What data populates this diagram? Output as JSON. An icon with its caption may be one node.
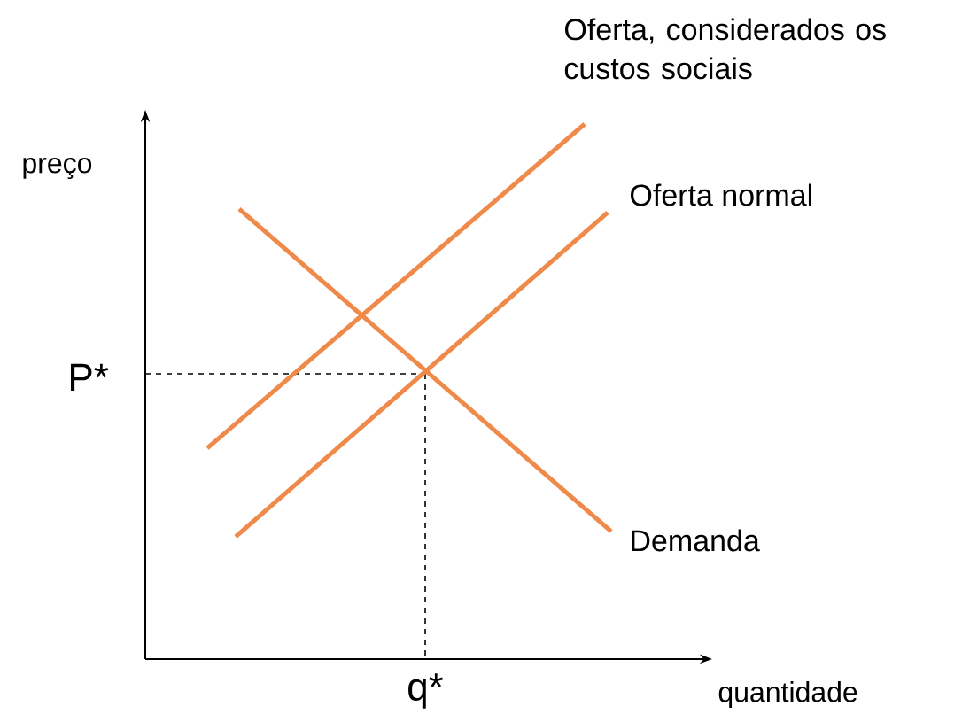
{
  "diagram": {
    "labels": [
      "Oferta, considerados os custos sociais",
      "preço",
      "Oferta normal",
      "P*",
      "Demanda",
      "q*",
      "quantidade"
    ]
  }
}
